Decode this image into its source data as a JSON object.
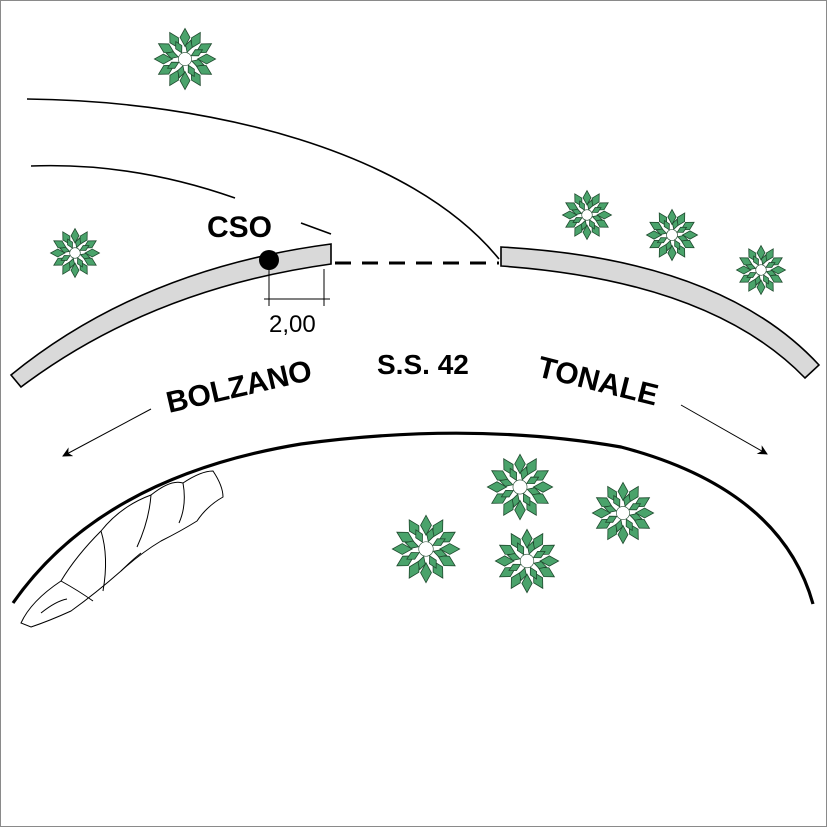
{
  "labels": {
    "cso": "CSO",
    "road": "S.S. 42",
    "west": "BOLZANO",
    "east": "TONALE",
    "dimension": "2,00"
  },
  "colors": {
    "line": "#000000",
    "barrier_fill": "#d9d9d9",
    "tree_fill": "#4aa36b",
    "tree_stroke": "#1f4a2e",
    "frame": "#8a8a8a"
  },
  "icons": {
    "tree": "tree-icon",
    "rock": "rock-cliff-icon",
    "marker": "sensor-point-icon"
  }
}
